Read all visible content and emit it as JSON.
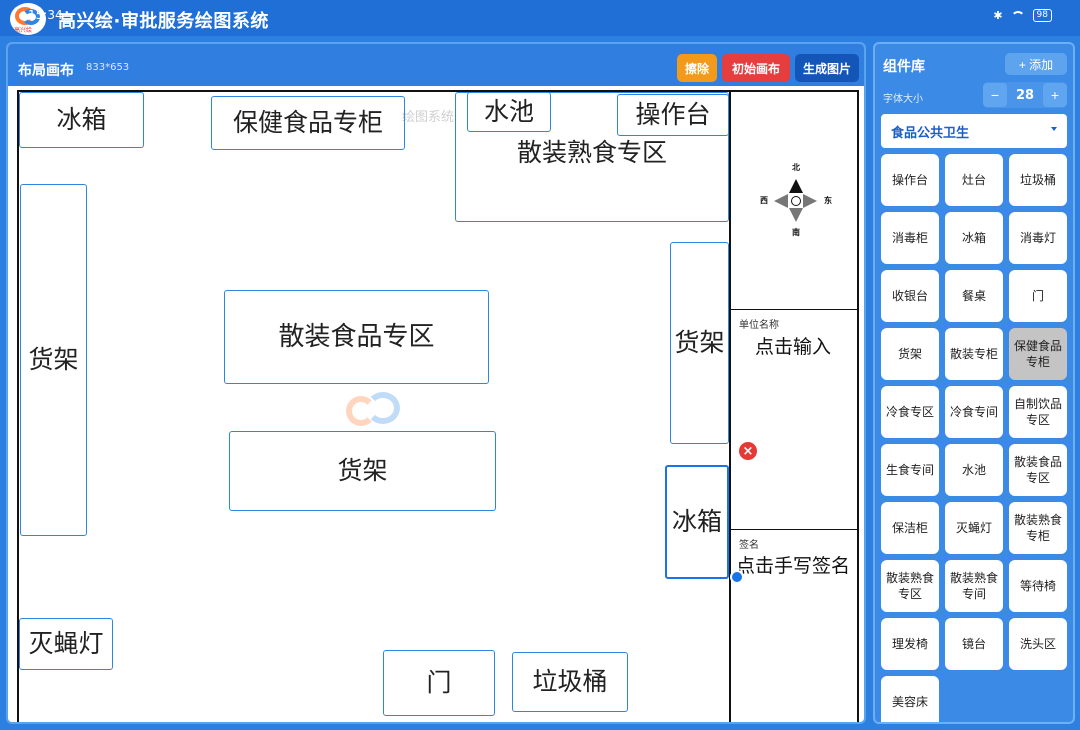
{
  "app": {
    "title": "高兴绘·审批服务绘图系统",
    "time": "15:34",
    "battery": "98",
    "logo_text": "高兴绘"
  },
  "canvas_panel": {
    "title": "布局画布",
    "size": "833*653",
    "buttons": {
      "erase": "擦除",
      "init": "初始画布",
      "generate": "生成图片"
    },
    "watermark": "绘图系统"
  },
  "layout_items": [
    "冰箱",
    "保健食品专柜",
    "水池",
    "操作台",
    "散装熟食专区",
    "货架",
    "散装食品专区",
    "货架",
    "货架",
    "冰箱",
    "灭蝇灯",
    "门",
    "垃圾桶"
  ],
  "compass": {
    "north": "北",
    "south": "南",
    "west": "西",
    "east": "东"
  },
  "unit": {
    "label": "单位名称",
    "placeholder": "点击输入"
  },
  "signature": {
    "label": "签名",
    "placeholder": "点击手写签名"
  },
  "library": {
    "title": "组件库",
    "add_label": "+ 添加",
    "font_size_label": "字体大小",
    "font_size": "28",
    "minus": "−",
    "plus": "+",
    "category": "食品公共卫生",
    "components": [
      "操作台",
      "灶台",
      "垃圾桶",
      "消毒柜",
      "冰箱",
      "消毒灯",
      "收银台",
      "餐桌",
      "门",
      "货架",
      "散装专柜",
      "保健食品专柜",
      "冷食专区",
      "冷食专间",
      "自制饮品专区",
      "生食专间",
      "水池",
      "散装食品专区",
      "保洁柜",
      "灭蝇灯",
      "散装熟食专柜",
      "散装熟食专区",
      "散装熟食专间",
      "等待椅",
      "理发椅",
      "镜台",
      "洗头区",
      "美容床"
    ],
    "active_component": "保健食品专柜"
  }
}
